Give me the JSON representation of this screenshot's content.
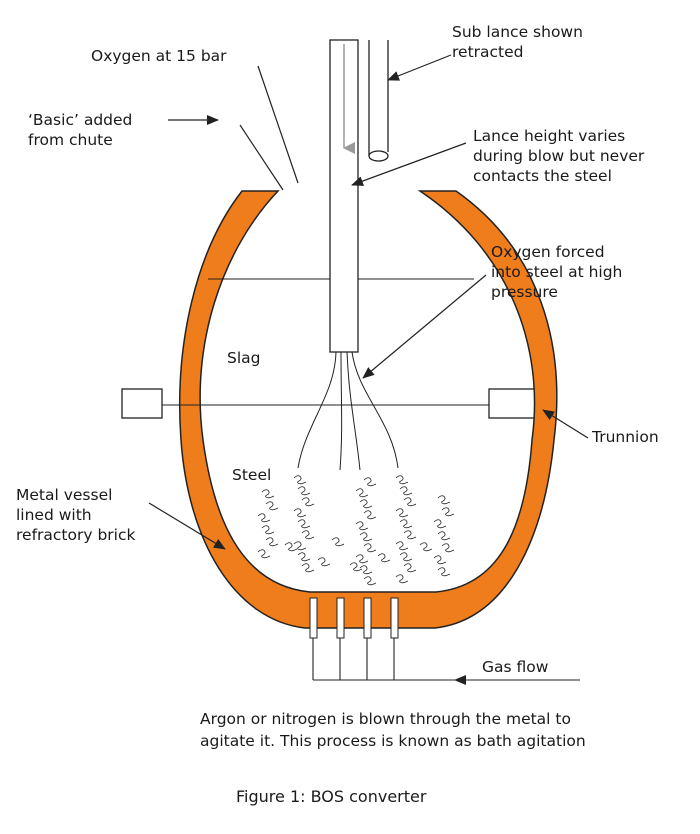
{
  "labels": {
    "oxygen_at_15_bar": "Oxygen at 15 bar",
    "basic_added": "‘Basic’ added\nfrom chute",
    "sub_lance": "Sub lance shown\nretracted",
    "lance_height": "Lance height varies\nduring blow but never\ncontacts the steel",
    "oxygen_forced": "Oxygen forced\ninto steel at high\npressure",
    "slag": "Slag",
    "steel": "Steel",
    "trunnion": "Trunnion",
    "metal_vessel": "Metal vessel\nlined with\nrefractory brick",
    "gas_flow": "Gas flow",
    "bath_agitation": "Argon or nitrogen is blown through the metal to\nagitate it.  This process is known as bath agitation"
  },
  "caption": "Figure 1: BOS converter",
  "colors": {
    "refractory": "#f07d1c",
    "outline": "#222222",
    "arrow_grey": "#9a9a9a"
  }
}
